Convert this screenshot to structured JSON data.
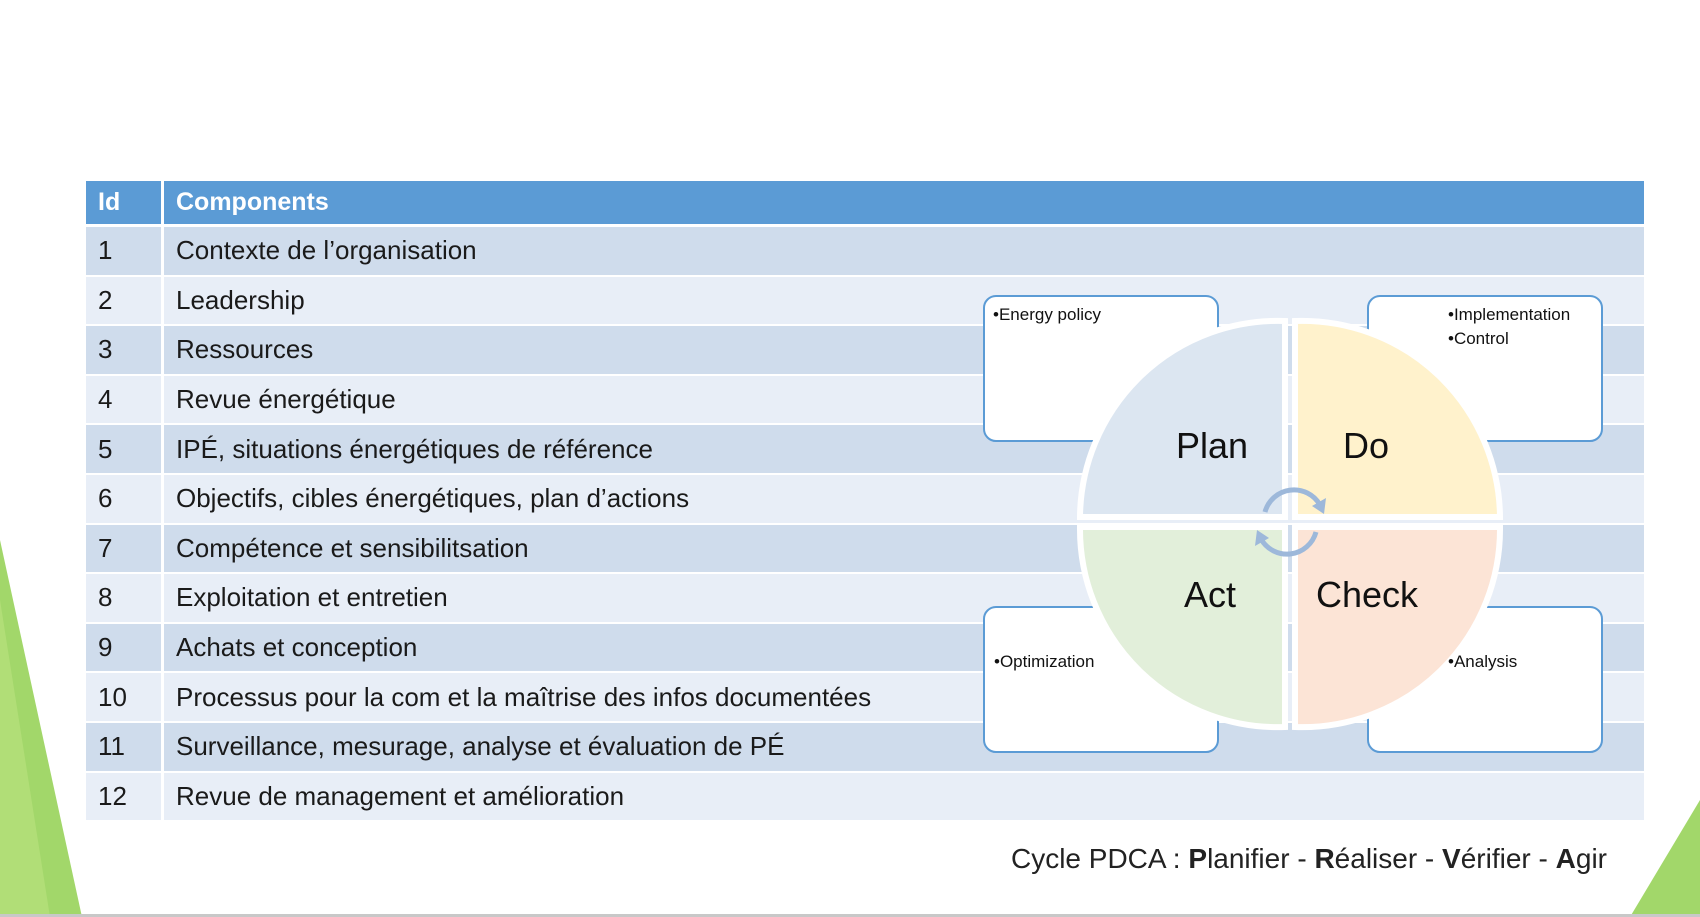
{
  "table": {
    "headers": {
      "id": "Id",
      "components": "Components"
    },
    "rows": [
      {
        "id": "1",
        "component": "Contexte de l’organisation"
      },
      {
        "id": "2",
        "component": "Leadership"
      },
      {
        "id": "3",
        "component": "Ressources"
      },
      {
        "id": "4",
        "component": "Revue énergétique"
      },
      {
        "id": "5",
        "component": "IPÉ, situations énergétiques de référence"
      },
      {
        "id": "6",
        "component": "Objectifs, cibles énergétiques, plan d’actions"
      },
      {
        "id": "7",
        "component": "Compétence et sensibilitsation"
      },
      {
        "id": "8",
        "component": "Exploitation et entretien"
      },
      {
        "id": "9",
        "component": "Achats et conception"
      },
      {
        "id": "10",
        "component": "Processus pour la com et la maîtrise des infos documentées"
      },
      {
        "id": "11",
        "component": "Surveillance, mesurage, analyse et évaluation de PÉ"
      },
      {
        "id": "12",
        "component": "Revue de management et amélioration"
      }
    ]
  },
  "pdca": {
    "quadrants": {
      "plan": "Plan",
      "do": "Do",
      "act": "Act",
      "check": "Check"
    },
    "notes": {
      "plan": [
        "•Energy policy"
      ],
      "do": [
        "•Implementation",
        "•Control"
      ],
      "act": [
        "•Optimization"
      ],
      "check": [
        "•Analysis"
      ]
    },
    "colors": {
      "plan": "#dce6f1",
      "do": "#fff2cc",
      "act": "#e2efda",
      "check": "#fce4d6",
      "box_border": "#5b9bd5",
      "arrows": "#9db8da"
    }
  },
  "caption": {
    "prefix": "Cycle PDCA : ",
    "p_letter": "P",
    "p_rest": "lanifier",
    "sep1": " - ",
    "r_letter": "R",
    "r_rest": "éaliser",
    "sep2": " - ",
    "v_letter": "V",
    "v_rest": "érifier",
    "sep3": " - ",
    "a_letter": "A",
    "a_rest": "gir"
  },
  "theme": {
    "header_blue": "#5b9bd5",
    "row_dark": "#cfdcec",
    "row_light": "#e8eef7",
    "accent_green": "#92d050"
  }
}
